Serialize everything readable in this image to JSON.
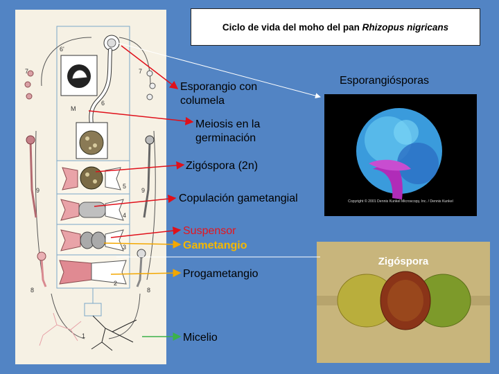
{
  "title": {
    "prefix": "Ciclo de vida del moho del pan ",
    "species": "Rhizopus nigricans"
  },
  "labels": {
    "esporangio": "Esporangio con\ncolumela",
    "meiosis": "Meiosis en la\ngerminación",
    "zigospora_2n": "Zigóspora (2n)",
    "copulacion": "Copulación gametangial",
    "suspensor": "Suspensor",
    "gametangio": "Gametangio",
    "progametangio": "Progametangio",
    "micelio": "Micelio",
    "esporangiosporas": "Esporangiósporas"
  },
  "photos": {
    "sem_credit": "Copyright © 2001 Dennis Kunkel Microscopy, Inc. / Dennis Kunkel",
    "zigospora_caption": "Zigóspora"
  },
  "diagram_numbers": {
    "n1": "1",
    "n2": "2",
    "n3": "3",
    "n4": "4",
    "n5": "5",
    "n6": "6",
    "n6p": "6'",
    "n7a": "7",
    "n7b": "7",
    "n8a": "8",
    "n8b": "8",
    "n9a": "9",
    "n9b": "9",
    "m": "M"
  },
  "colors": {
    "background": "#5284c4",
    "suspensor": "#e8141b",
    "gametangio": "#f5b800",
    "arrow_red": "#e0101a",
    "arrow_orange": "#f3a700",
    "arrow_green": "#3bb14a",
    "arrow_white": "#ffffff"
  }
}
